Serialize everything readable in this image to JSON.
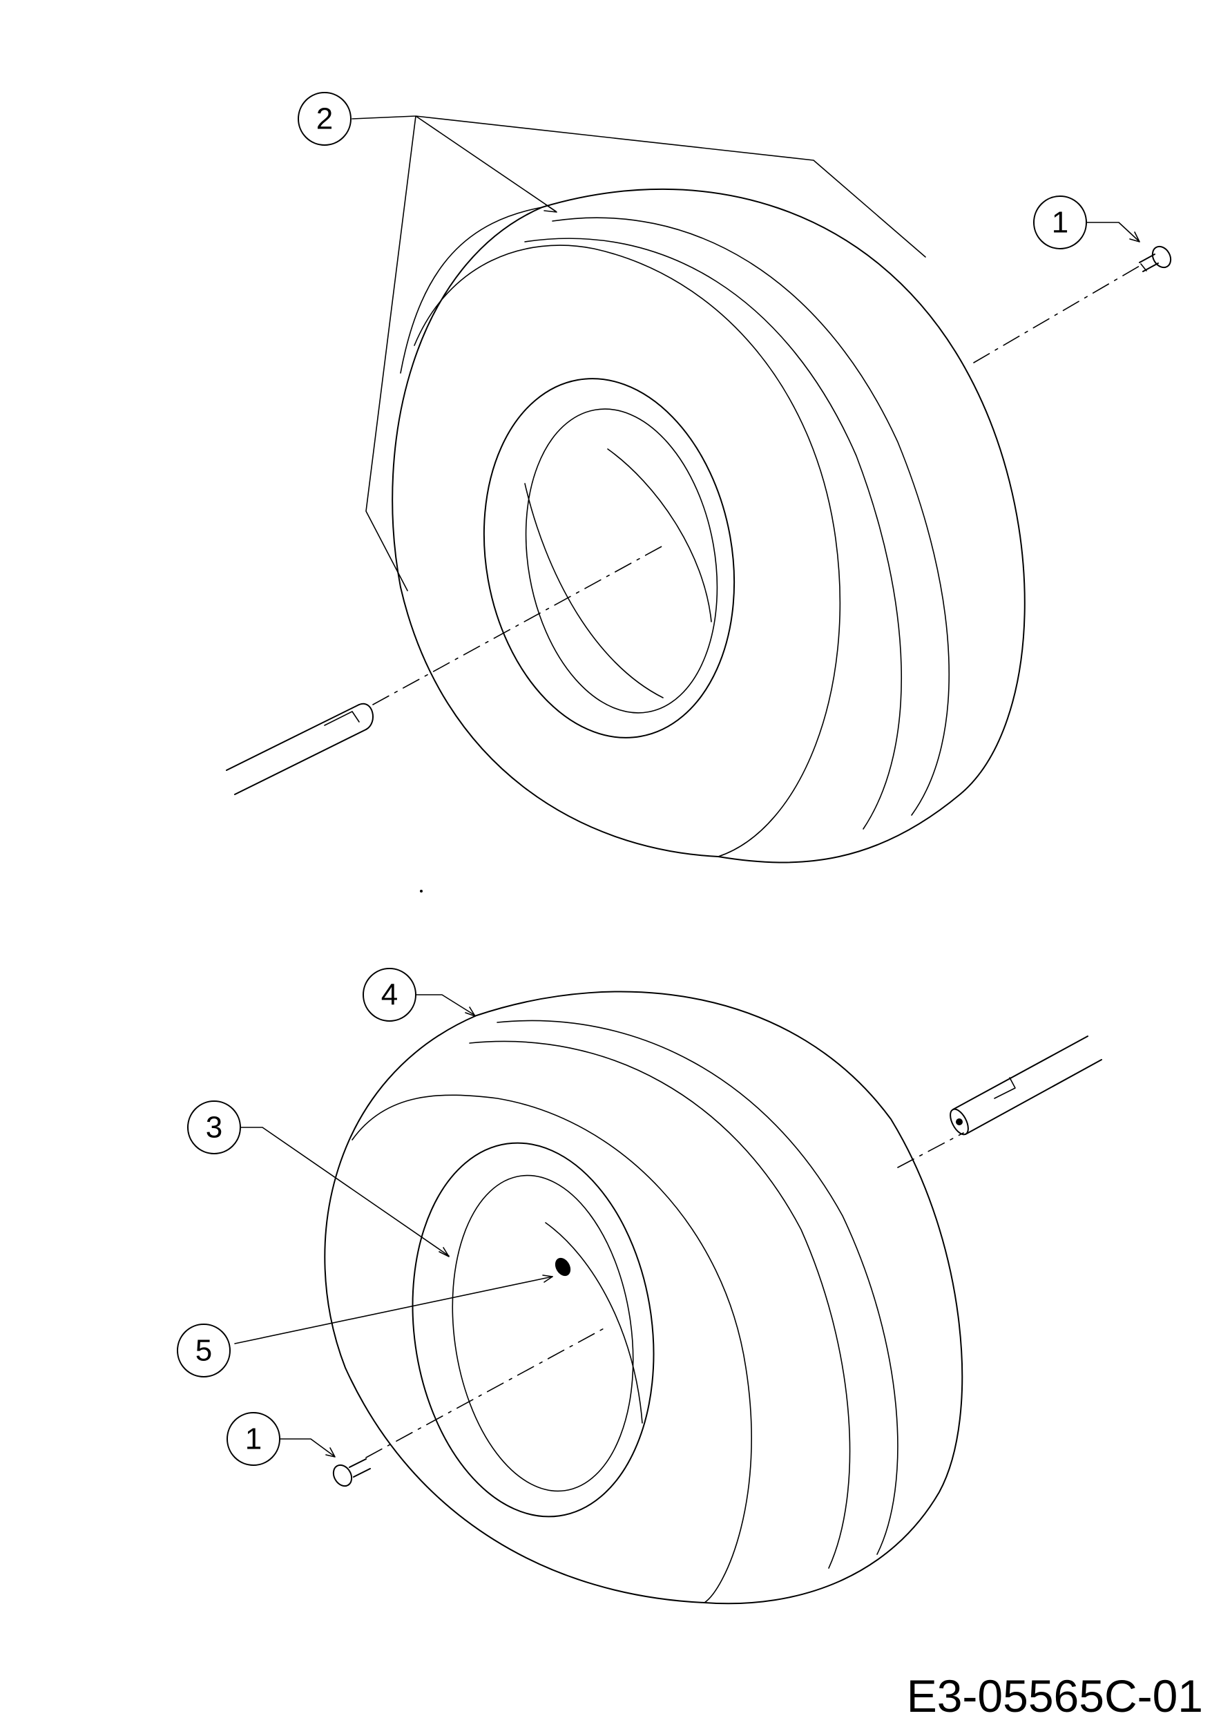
{
  "callouts": {
    "c2": "2",
    "c1_top": "1",
    "c4": "4",
    "c3": "3",
    "c5": "5",
    "c1_bottom": "1"
  },
  "drawing_code": "E3-05565C-01"
}
